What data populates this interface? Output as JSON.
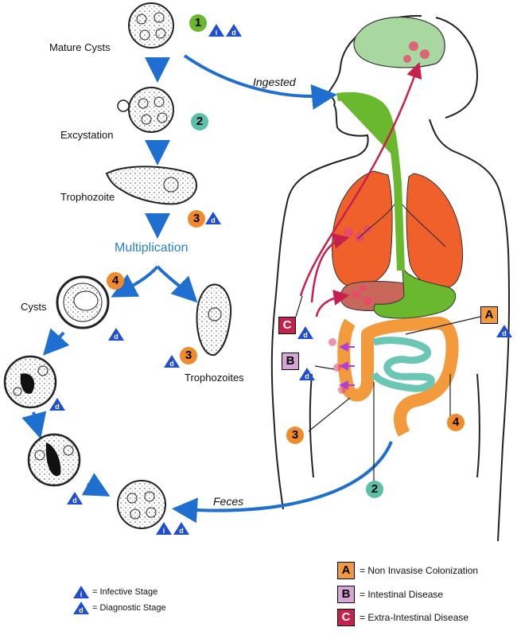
{
  "colors": {
    "flow_arrow": "#1f6fd0",
    "infection_arrow": "#c8204c",
    "green": "#6ab82e",
    "teal": "#5cc0a8",
    "orange": "#f08a2a",
    "lung": "#f0602a",
    "brain": "#a8d8a0",
    "liver": "#c8685a",
    "intestine_orange": "#f39a3c",
    "intestine_teal": "#6cc6b4",
    "box_a": "#f39a3c",
    "box_b": "#d7a6d8",
    "box_c": "#c8204c"
  },
  "stages": {
    "mature_cysts": "Mature Cysts",
    "excystation": "Excystation",
    "trophozoite": "Trophozoite",
    "multiplication": "Multiplication",
    "cysts": "Cysts",
    "trophozoites": "Trophozoites",
    "ingested": "Ingested",
    "feces": "Feces"
  },
  "step_numbers": {
    "n1": "1",
    "n2": "2",
    "n3": "3",
    "n4": "4"
  },
  "stage_markers": {
    "infective": "i",
    "diagnostic": "d"
  },
  "body_labels": {
    "a": "A",
    "b": "B",
    "c": "C",
    "n2": "2",
    "n3": "3",
    "n4": "4"
  },
  "legend": {
    "infective": "= Infective Stage",
    "diagnostic": "= Diagnostic Stage",
    "a_label": "A",
    "a_text": "= Non Invasise Colonization",
    "b_label": "B",
    "b_text": "= Intestinal Disease",
    "c_label": "C",
    "c_text": "= Extra-Intestinal Disease"
  }
}
